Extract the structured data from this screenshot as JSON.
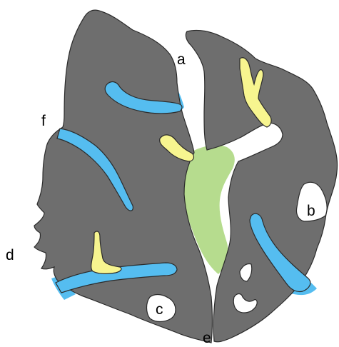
{
  "labels": {
    "a": "a",
    "b": "b",
    "c": "c",
    "d": "d",
    "e": "e",
    "f": "f"
  },
  "colors": {
    "tissue": "#6e6e6e",
    "blue_region": "#55bdf0",
    "yellow_region": "#f7f58f",
    "green_region": "#b6dc8e",
    "outline": "#2b2b2b",
    "background": "#ffffff"
  }
}
